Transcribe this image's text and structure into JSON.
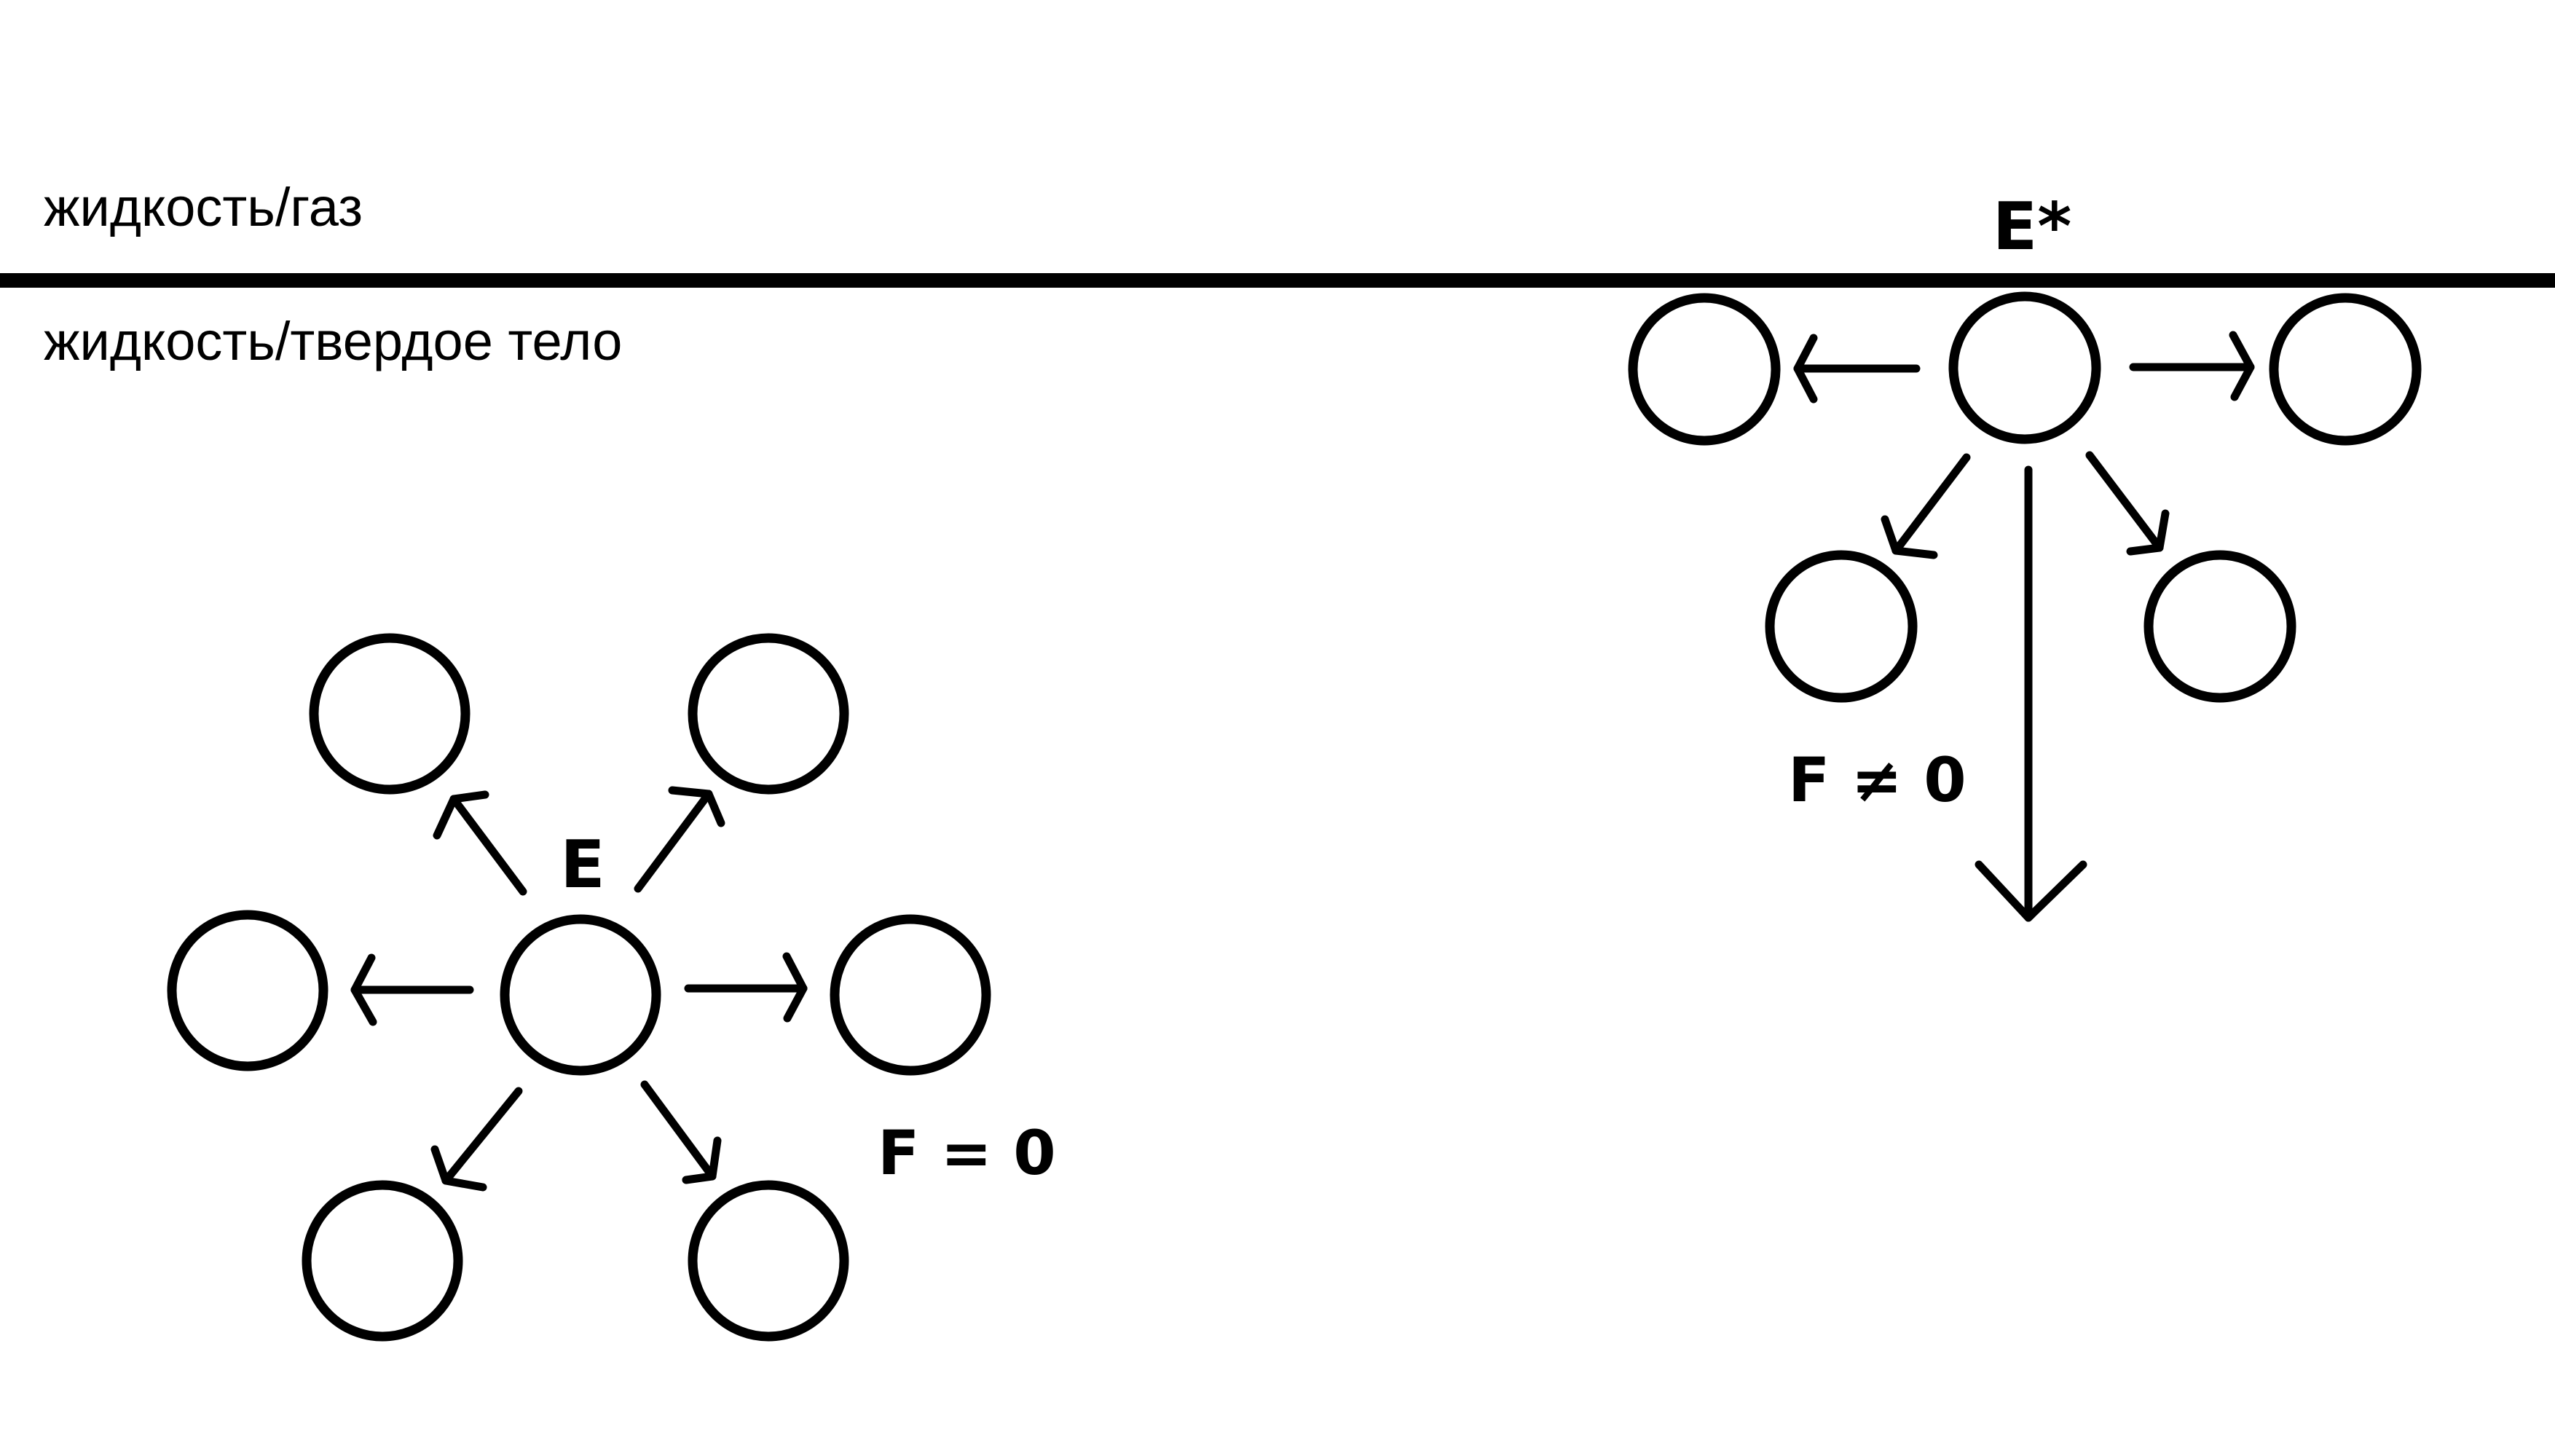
{
  "labels": {
    "upper_interface": "жидкость/газ",
    "lower_interface": "жидкость/твердое тело"
  },
  "bulk_molecule": {
    "energy_label": "E",
    "force_label": "F = 0",
    "neighbor_count": 6
  },
  "surface_molecule": {
    "energy_label": "E*",
    "force_label": "F ≠ 0",
    "neighbor_count": 4
  },
  "colors": {
    "ink": "#000000",
    "background": "#ffffff"
  }
}
